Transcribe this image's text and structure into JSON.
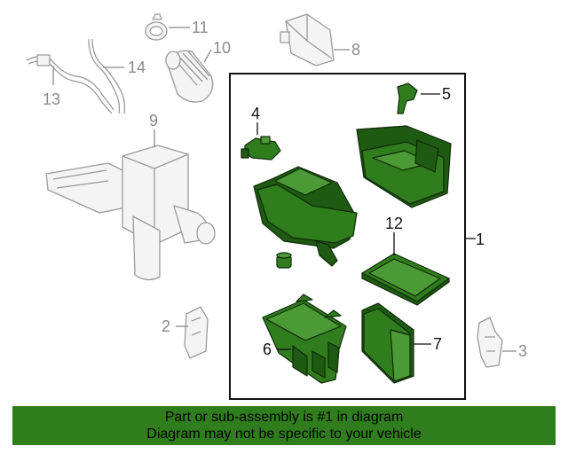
{
  "callouts": {
    "c1": "1",
    "c2": "2",
    "c3": "3",
    "c4": "4",
    "c5": "5",
    "c6": "6",
    "c7": "7",
    "c8": "8",
    "c9": "9",
    "c10": "10",
    "c11": "11",
    "c12": "12",
    "c13": "13",
    "c14": "14"
  },
  "footer": {
    "line1": "Part or sub-assembly is #1 in diagram",
    "line2": "Diagram may not be specific to your vehicle"
  },
  "colors": {
    "highlight_green": "#2f7d1d",
    "ghost_grey": "#9a9a9a"
  }
}
